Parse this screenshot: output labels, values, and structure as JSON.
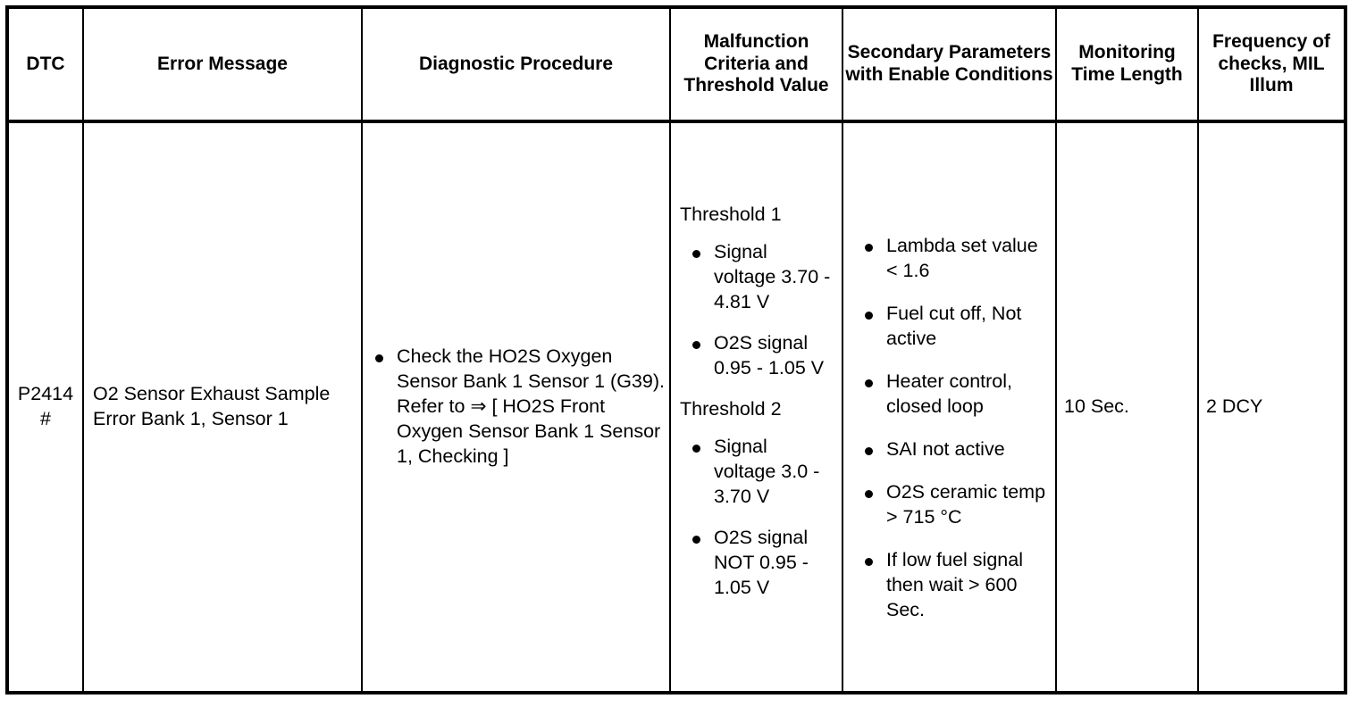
{
  "table": {
    "headers": [
      {
        "id": "dtc",
        "label": "DTC"
      },
      {
        "id": "error-message",
        "label": "Error Message"
      },
      {
        "id": "diagnostic-procedure",
        "label": "Diagnostic Procedure"
      },
      {
        "id": "malfunction-criteria",
        "label": "Malfunction Criteria and Threshold Value"
      },
      {
        "id": "secondary-parameters",
        "label": "Secondary Parameters with Enable Conditions"
      },
      {
        "id": "monitoring-time",
        "label": "Monitoring Time Length"
      },
      {
        "id": "frequency-checks",
        "label": "Frequency of checks, MIL Illum"
      }
    ],
    "row": {
      "dtc": "P2414 #",
      "error_message": "O2 Sensor Exhaust Sample Error Bank 1, Sensor 1",
      "diagnostic_procedure": [
        "Check the HO2S Oxygen Sensor Bank 1 Sensor 1 (G39). Refer to ⇒ [ HO2S Front Oxygen Sensor Bank 1 Sensor 1, Checking ]"
      ],
      "malfunction_criteria": [
        {
          "label": "Threshold 1",
          "items": [
            "Signal voltage 3.70 - 4.81 V",
            "O2S signal 0.95 - 1.05 V"
          ]
        },
        {
          "label": "Threshold 2",
          "items": [
            "Signal voltage 3.0 - 3.70 V",
            "O2S signal NOT 0.95 - 1.05 V"
          ]
        }
      ],
      "secondary_parameters": [
        "Lambda set value < 1.6",
        "Fuel cut off, Not active",
        "Heater control, closed loop",
        "SAI not active",
        "O2S ceramic temp > 715 °C",
        "If low fuel signal then wait > 600 Sec."
      ],
      "monitoring_time_length": "10 Sec.",
      "frequency_of_checks": "2 DCY"
    }
  }
}
